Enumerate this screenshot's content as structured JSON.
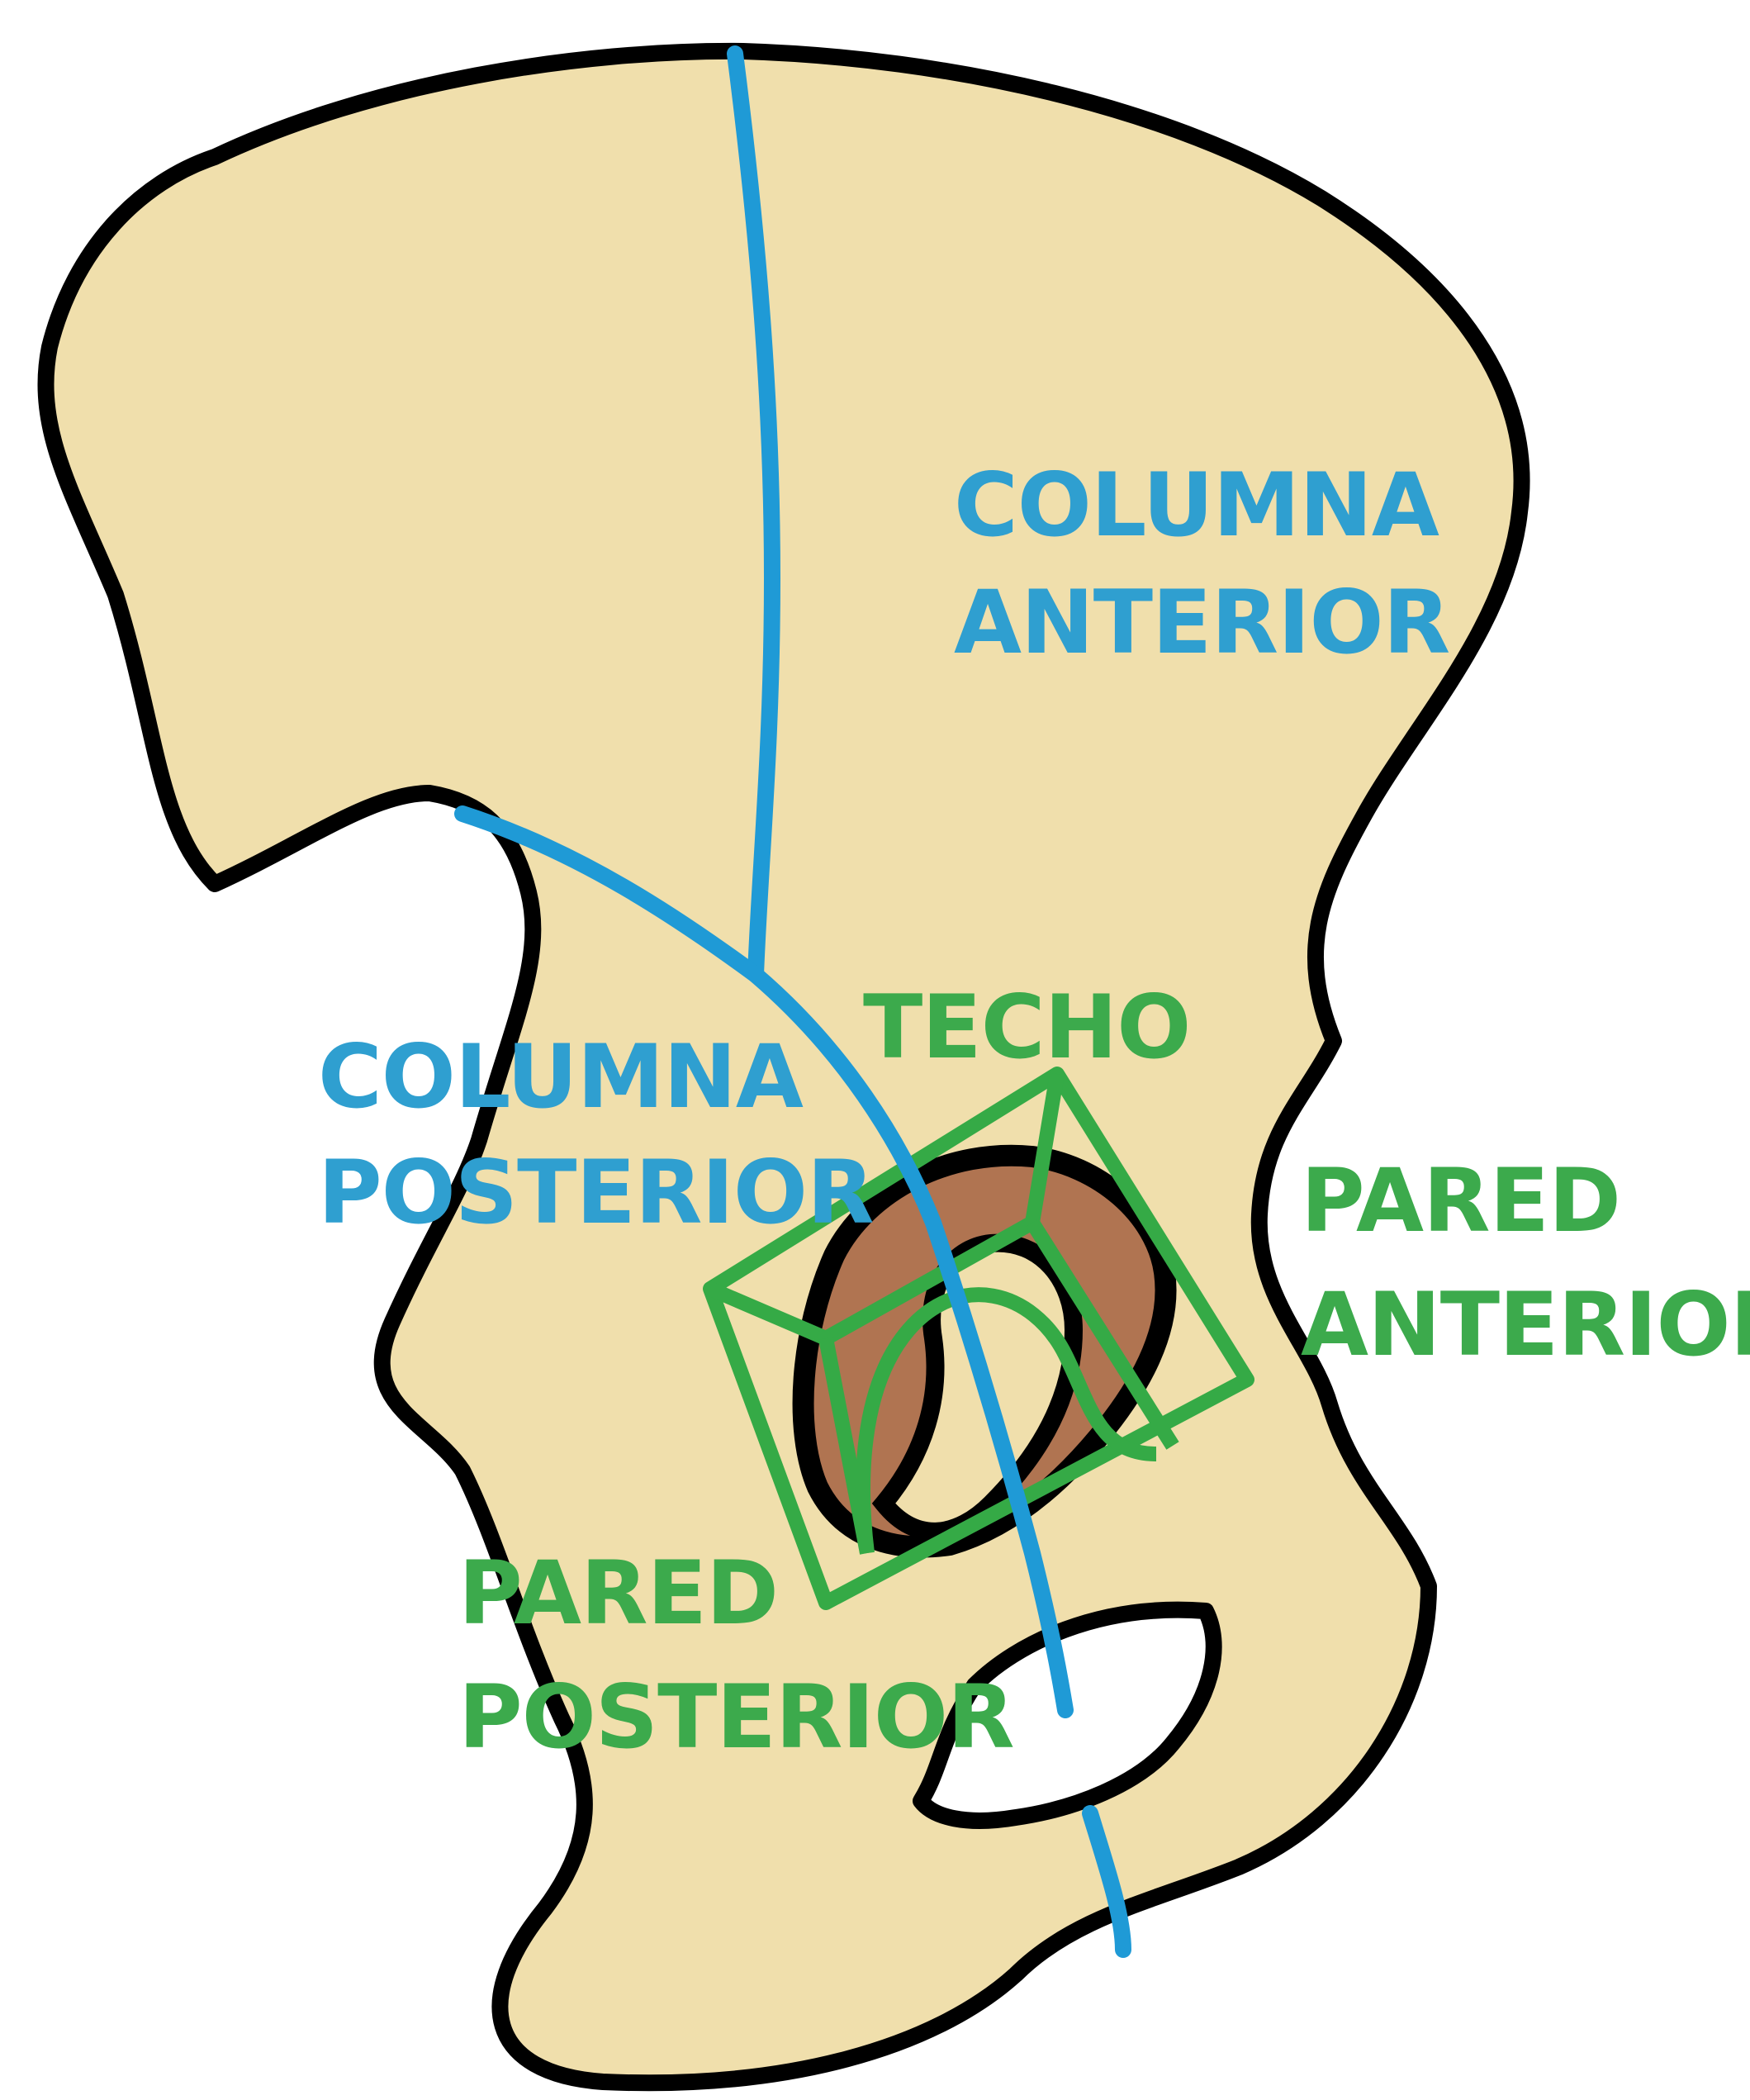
{
  "colors": {
    "bone_fill": "#f0dfac",
    "outline": "#000000",
    "column_lines": "#1f9ad6",
    "wall_boxes": "#35aa46",
    "acetabulum_fill": "#b07451",
    "column_labels": "#2f9fd0",
    "wall_labels": "#3caa4c"
  },
  "labels": {
    "columna_anterior": {
      "line1": "COLUMNA",
      "line2": "ANTERIOR"
    },
    "columna_posterior": {
      "line1": "COLUMNA",
      "line2": "POSTERIOR"
    },
    "techo": "TECHO",
    "pared_anterior": {
      "line1": "PARED",
      "line2": "ANTERIOR"
    },
    "pared_posterior": {
      "line1": "PARED",
      "line2": "POSTERIOR"
    }
  }
}
